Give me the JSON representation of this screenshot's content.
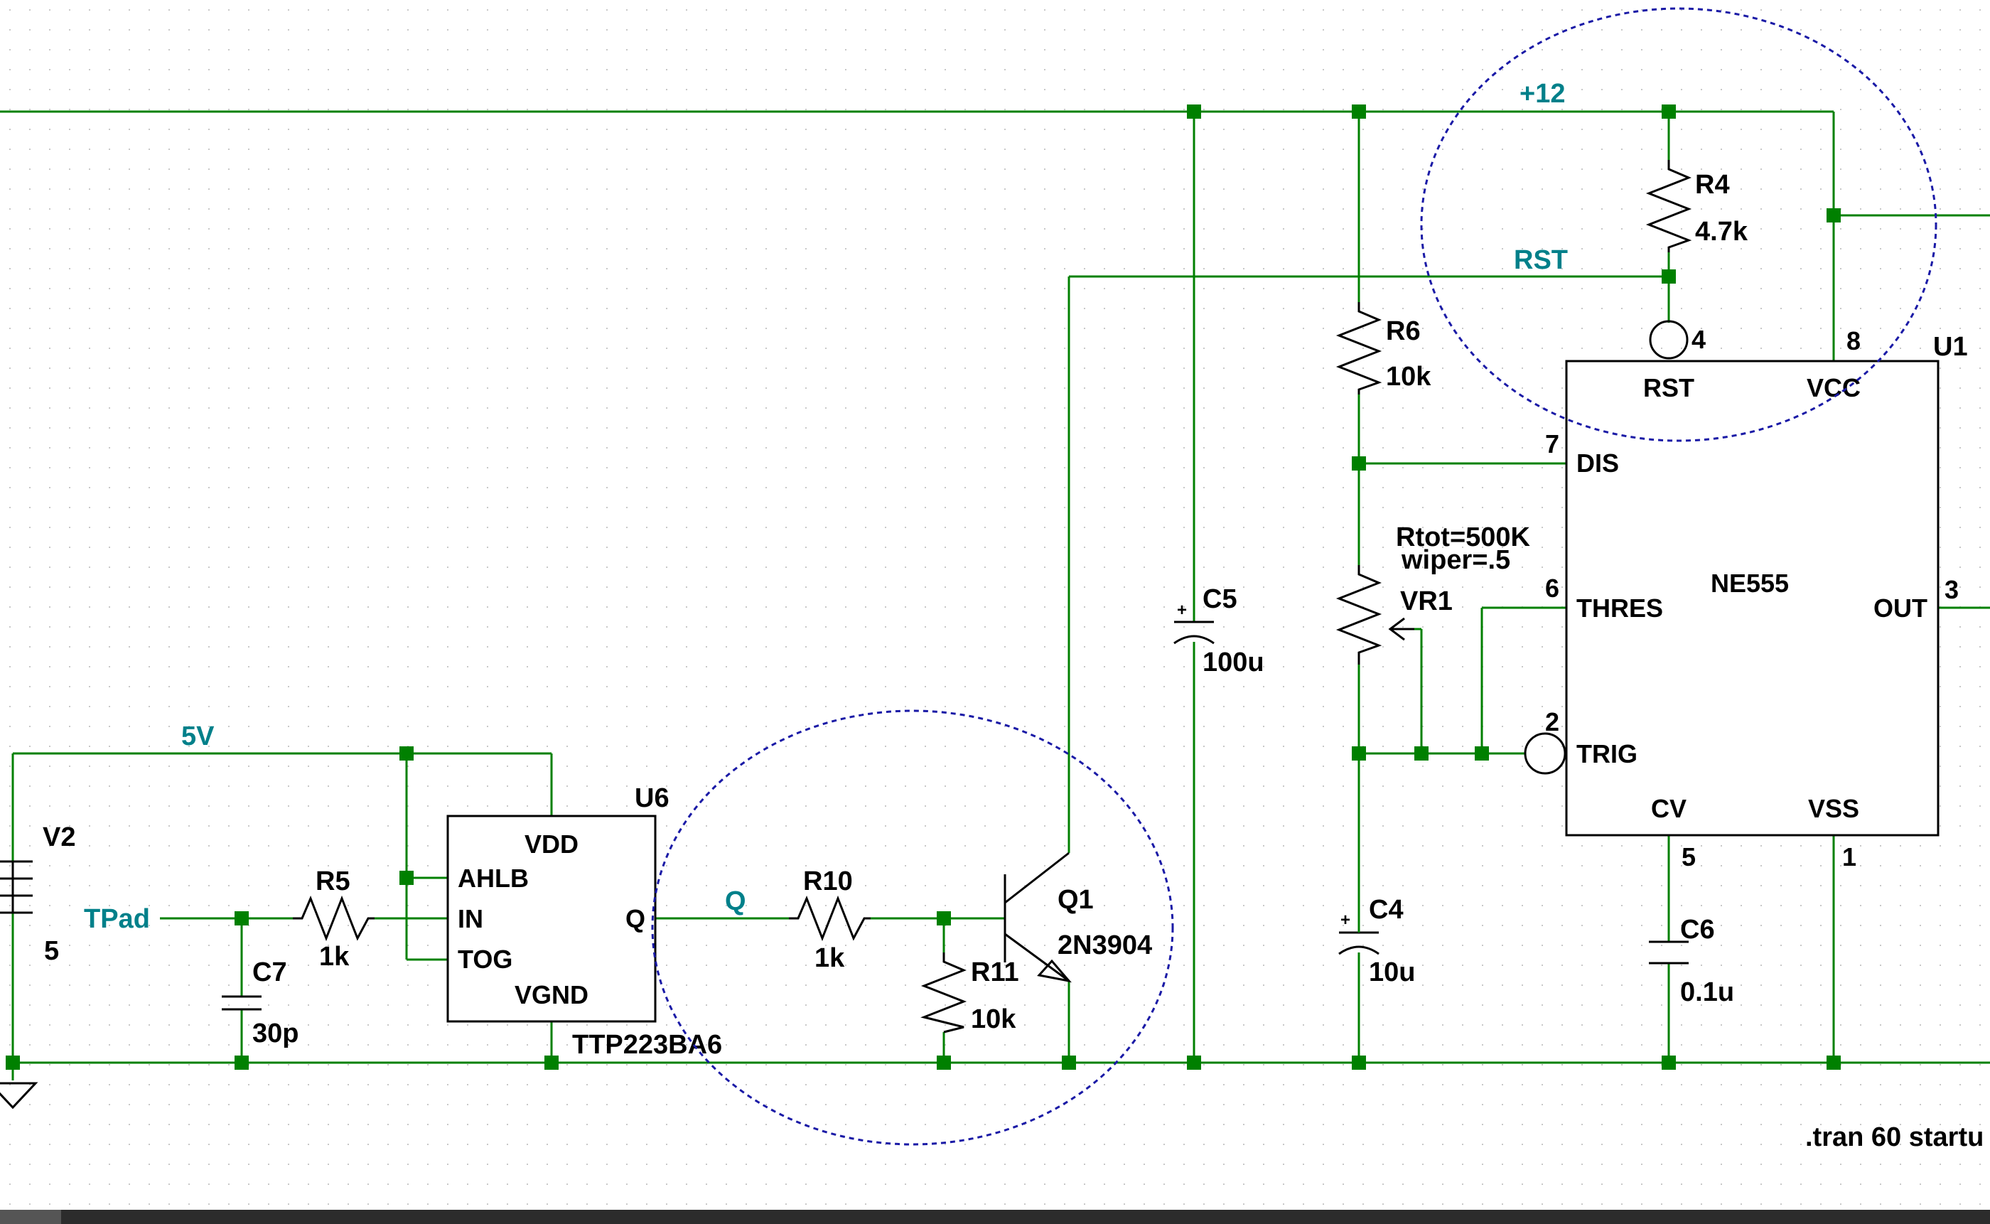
{
  "schematic": {
    "nets": {
      "v12": "+12",
      "rst": "RST",
      "v5": "5V",
      "tpad": "TPad",
      "q": "Q"
    },
    "components": {
      "v2": {
        "name": "V2",
        "value": "5"
      },
      "r5": {
        "name": "R5",
        "value": "1k"
      },
      "c7": {
        "name": "C7",
        "value": "30p"
      },
      "u6": {
        "name": "U6",
        "part": "TTP223BA6",
        "pins": {
          "vdd": "VDD",
          "ahlb": "AHLB",
          "in": "IN",
          "tog": "TOG",
          "vgnd": "VGND",
          "q": "Q"
        }
      },
      "r10": {
        "name": "R10",
        "value": "1k"
      },
      "r11": {
        "name": "R11",
        "value": "10k"
      },
      "q1": {
        "name": "Q1",
        "value": "2N3904"
      },
      "c5": {
        "name": "C5",
        "value": "100u"
      },
      "r6": {
        "name": "R6",
        "value": "10k"
      },
      "vr1": {
        "name": "VR1",
        "params": [
          "Rtot=500K",
          "wiper=.5"
        ]
      },
      "c4": {
        "name": "C4",
        "value": "10u"
      },
      "r4": {
        "name": "R4",
        "value": "4.7k"
      },
      "c6": {
        "name": "C6",
        "value": "0.1u"
      },
      "u1": {
        "name": "U1",
        "part": "NE555",
        "pins": {
          "rst": "RST",
          "vcc": "VCC",
          "dis": "DIS",
          "thres": "THRES",
          "trig": "TRIG",
          "cv": "CV",
          "vss": "VSS",
          "out": "OUT"
        },
        "pin_numbers": {
          "rst": "4",
          "vcc": "8",
          "dis": "7",
          "thres": "6",
          "trig": "2",
          "cv": "5",
          "vss": "1",
          "out": "3"
        }
      }
    },
    "directive": ".tran 60 startu",
    "plus_sign": "+"
  },
  "colors": {
    "wire": "#008000",
    "net_label": "#00808a",
    "annotation_ellipse": "#1a1aa6",
    "component": "#000000",
    "background": "#ffffff",
    "grid_dot": "#c8c8c8"
  }
}
